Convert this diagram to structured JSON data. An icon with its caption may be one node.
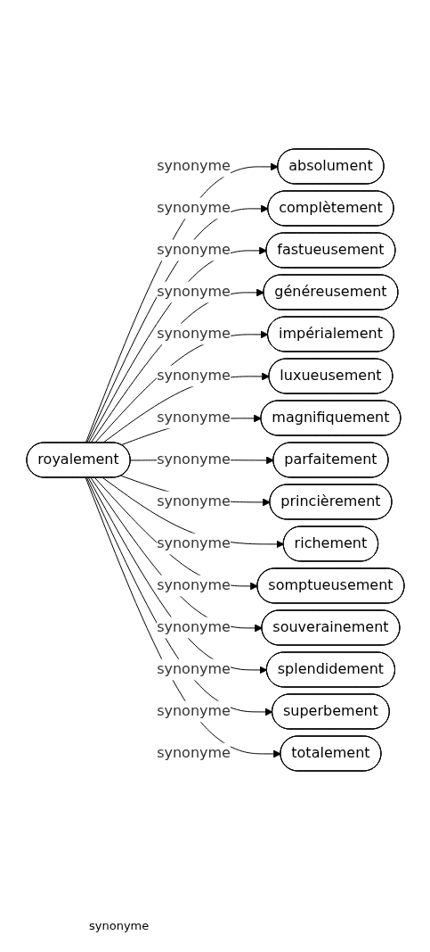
{
  "diagram": {
    "nodes": [
      {
        "text": [
          "royalement"
        ]
      },
      {
        "text": [
          "absolument"
        ]
      },
      {
        "text": [
          "complètement"
        ]
      },
      {
        "text": [
          "fastueusement"
        ]
      },
      {
        "text": [
          "généreusement"
        ]
      },
      {
        "text": [
          "impérialement"
        ]
      },
      {
        "text": [
          "luxueusement"
        ]
      },
      {
        "text": [
          "magnifiquement"
        ]
      },
      {
        "text": [
          "parfaitement"
        ]
      },
      {
        "text": [
          "princièrement"
        ]
      },
      {
        "text": [
          "richement"
        ]
      },
      {
        "text": [
          "somptueusement"
        ]
      },
      {
        "text": [
          "souverainement"
        ]
      },
      {
        "text": [
          "splendidement"
        ]
      },
      {
        "text": [
          "superbement"
        ]
      },
      {
        "text": [
          "totalement"
        ]
      }
    ],
    "edges": [
      {
        "from": 0,
        "to": 1,
        "arrow": "to",
        "label": "synonyme"
      },
      {
        "from": 0,
        "to": 2,
        "arrow": "to",
        "label": "synonyme"
      },
      {
        "from": 0,
        "to": 3,
        "arrow": "to",
        "label": "synonyme"
      },
      {
        "from": 0,
        "to": 4,
        "arrow": "to",
        "label": "synonyme"
      },
      {
        "from": 0,
        "to": 5,
        "arrow": "to",
        "label": "synonyme"
      },
      {
        "from": 0,
        "to": 6,
        "arrow": "to",
        "label": "synonyme"
      },
      {
        "from": 0,
        "to": 7,
        "arrow": "to",
        "label": "synonyme"
      },
      {
        "from": 0,
        "to": 8,
        "arrow": "to",
        "label": "synonyme"
      },
      {
        "from": 0,
        "to": 9,
        "arrow": "to",
        "label": "synonyme"
      },
      {
        "from": 0,
        "to": 10,
        "arrow": "to",
        "label": "synonyme"
      },
      {
        "from": 0,
        "to": 11,
        "arrow": "to",
        "label": "synonyme"
      },
      {
        "from": 0,
        "to": 12,
        "arrow": "to",
        "label": "synonyme"
      },
      {
        "from": 0,
        "to": 13,
        "arrow": "to",
        "label": "synonyme"
      },
      {
        "from": 0,
        "to": 14,
        "arrow": "to",
        "label": "synonyme"
      },
      {
        "from": 0,
        "to": 15,
        "arrow": "to",
        "label": "synonyme"
      }
    ],
    "labels": [
      "synonyme"
    ]
  }
}
